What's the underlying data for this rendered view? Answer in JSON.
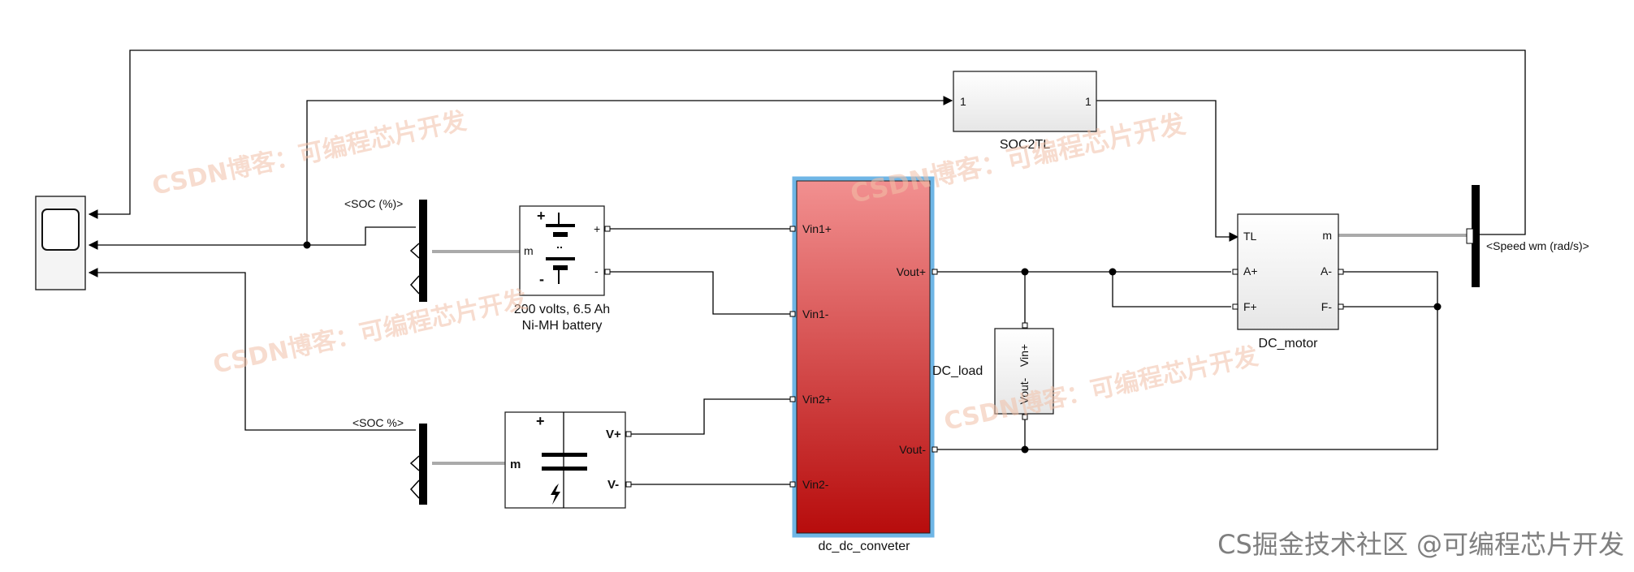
{
  "diagram": {
    "blocks": {
      "soc2tl": {
        "name": "SOC2TL",
        "in_port": "1",
        "out_port": "1"
      },
      "battery": {
        "name_line1": "200 volts, 6.5 Ah",
        "name_line2": "Ni-MH battery",
        "port_m": "m",
        "port_plus": "+",
        "port_minus": "-",
        "sym_plus": "+",
        "sym_minus": "-"
      },
      "supercap": {
        "port_m": "m",
        "port_vplus": "V+",
        "port_vminus": "V-",
        "sym_plus": "+"
      },
      "converter": {
        "name": "dc_dc_conveter",
        "ports_in": [
          "Vin1+",
          "Vin1-",
          "Vin2+",
          "Vin2-"
        ],
        "ports_out": [
          "Vout+",
          "Vout-"
        ]
      },
      "load": {
        "name": "DC_load",
        "port_top": "Vin+",
        "port_bottom": "Vout-"
      },
      "motor": {
        "name": "DC_motor",
        "port_tl": "TL",
        "port_aplus": "A+",
        "port_fplus": "F+",
        "port_m": "m",
        "port_aminus": "A-",
        "port_fminus": "F-"
      }
    },
    "signals": {
      "soc_battery": "<SOC (%)>",
      "soc_supercap": "<SOC %>",
      "speed": "<Speed wm (rad/s)>"
    },
    "watermarks": {
      "text": "CSDN博客：可编程芯片开发",
      "corner": "CS​掘金技术社区 @可编程芯片开发"
    },
    "colors": {
      "converter_fill_top": "#f08a8a",
      "converter_fill_bottom": "#b80f0f",
      "converter_border": "#6fb6e6",
      "watermark": "#f2c1a8",
      "wire": "#000000"
    }
  }
}
